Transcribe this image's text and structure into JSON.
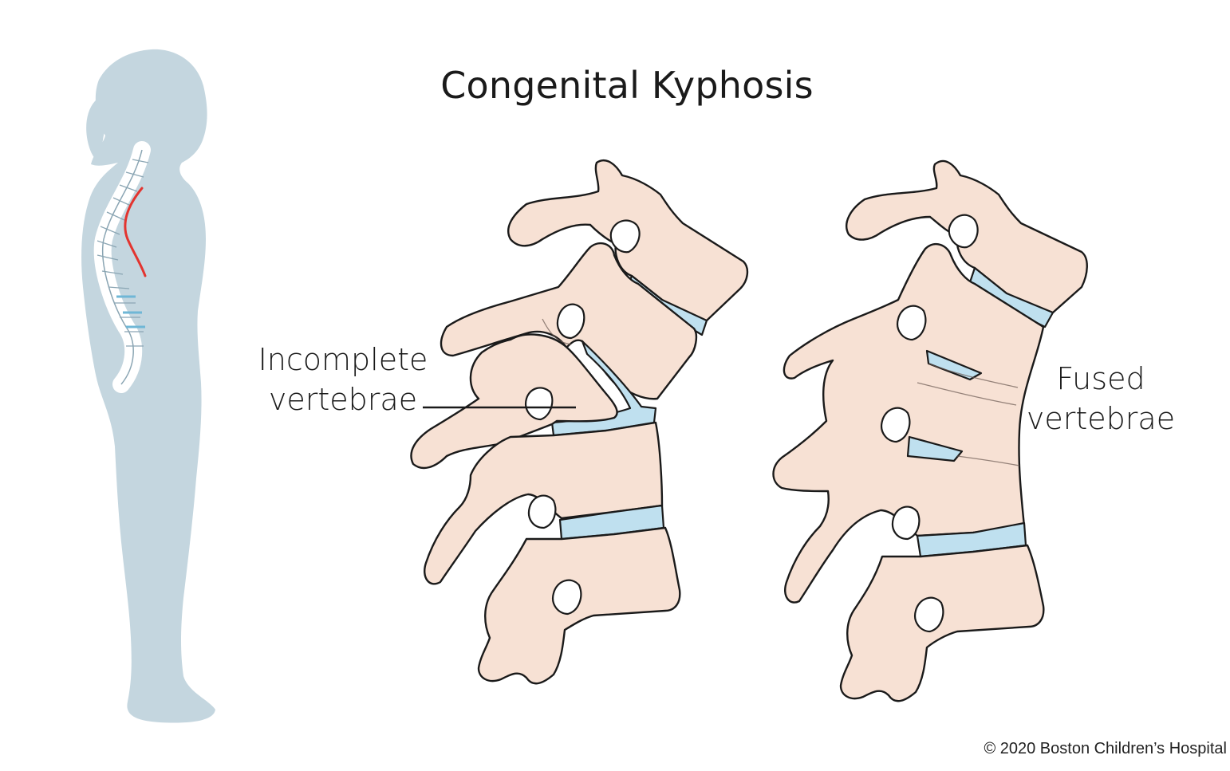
{
  "title": "Congenital Kyphosis",
  "labels": {
    "incomplete_line1": "Incomplete",
    "incomplete_line2": "vertebrae",
    "fused_line1": "Fused",
    "fused_line2": "vertebrae"
  },
  "copyright": "© 2020 Boston Children’s Hospital",
  "colors": {
    "silhouette": "#c4d6df",
    "bone": "#f7e1d4",
    "disc": "#bfe0ef",
    "curve": "#e3342f"
  }
}
